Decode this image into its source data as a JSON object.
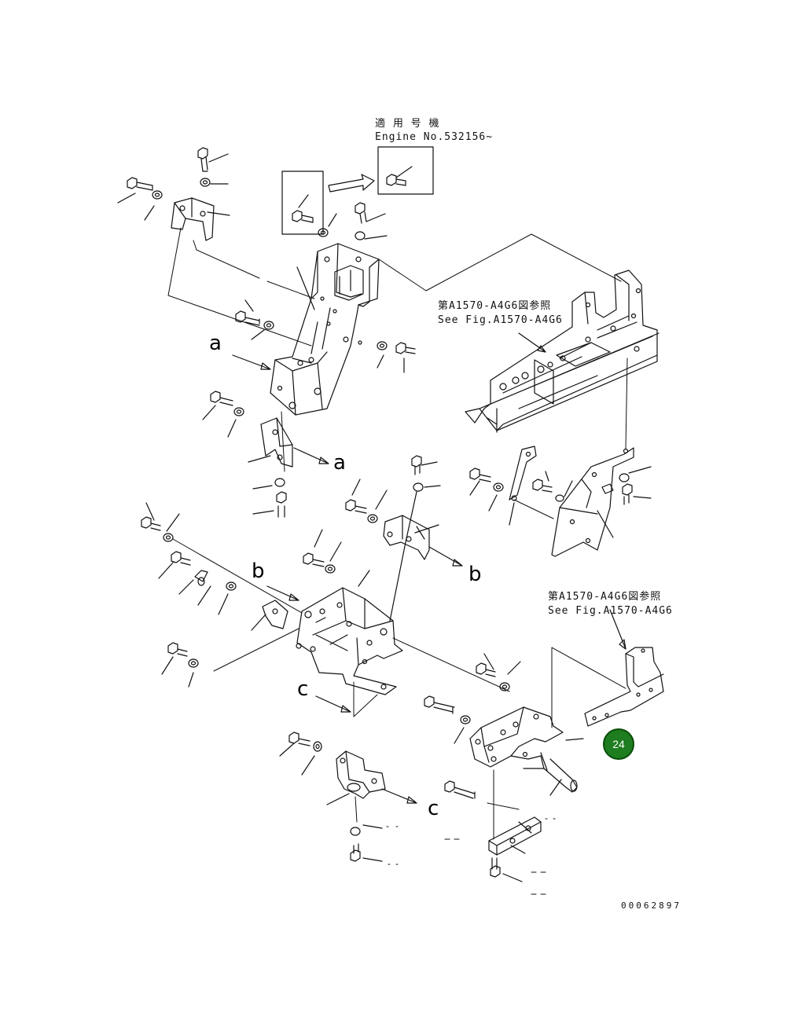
{
  "engine_note": {
    "line1": "適 用 号 機",
    "line2": "Engine No.532156~"
  },
  "references": [
    {
      "jp": "第A1570-A4G6図参照",
      "en": "See Fig.A1570-A4G6"
    },
    {
      "jp": "第A1570-A4G6図参照",
      "en": "See Fig.A1570-A4G6"
    }
  ],
  "markers": {
    "a": "a",
    "b": "b",
    "c": "c"
  },
  "callout_badge": {
    "label": "24",
    "color": "#1e7d1e"
  },
  "drawing_number": "00062897"
}
